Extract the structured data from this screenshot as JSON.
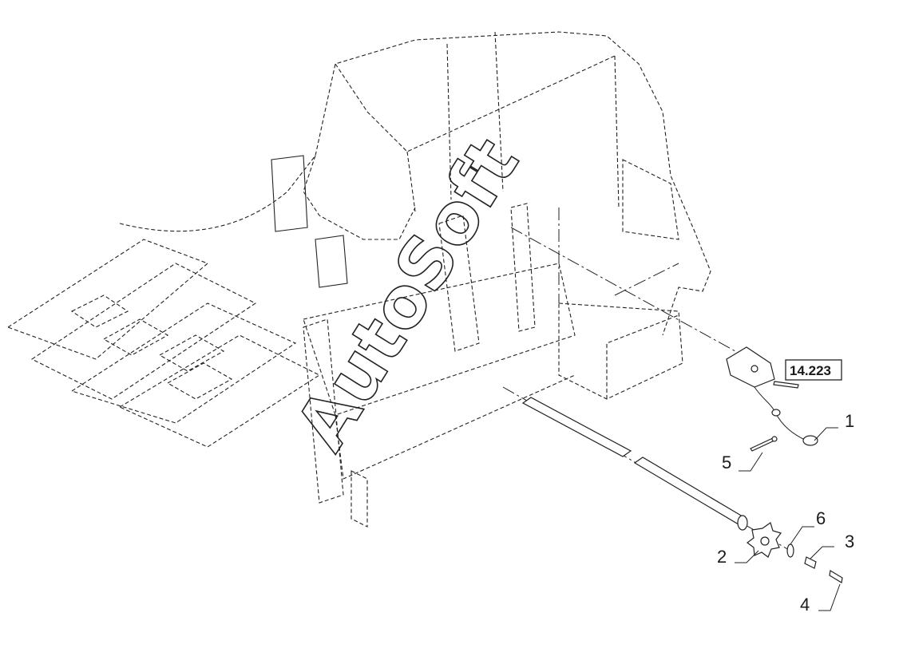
{
  "diagram": {
    "reference_box": "14.223",
    "callouts": {
      "c1": "1",
      "c2": "2",
      "c3": "3",
      "c4": "4",
      "c5": "5",
      "c6": "6"
    },
    "watermark": "AutoSoft"
  }
}
